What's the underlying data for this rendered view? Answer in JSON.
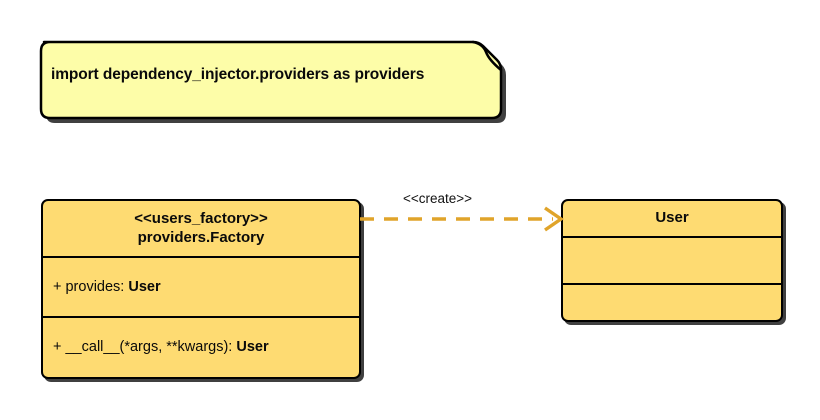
{
  "diagram": {
    "type": "uml-class-diagram",
    "background": "#ffffff",
    "note": {
      "text": "import dependency_injector.providers as providers",
      "fill": "#fdfda8",
      "stroke": "#000000"
    },
    "classes": [
      {
        "id": "users_factory",
        "stereotype": "<<users_factory>>",
        "name": "providers.Factory",
        "fill": "#fedb72",
        "stroke": "#000000",
        "attributes": [
          {
            "visibility": "+",
            "label": "+ provides: ",
            "type": "User"
          }
        ],
        "operations": [
          {
            "visibility": "+",
            "label": "+ __call__(*args, **kwargs): ",
            "type": "User"
          }
        ]
      },
      {
        "id": "user",
        "stereotype": "",
        "name": "User",
        "fill": "#fedb72",
        "stroke": "#000000",
        "attributes": [],
        "operations": []
      }
    ],
    "relationships": [
      {
        "id": "create-dependency",
        "label": "<<create>>",
        "from": "users_factory",
        "to": "user",
        "style": "dashed",
        "arrowhead": "open",
        "color": "#e0a42a"
      }
    ]
  }
}
